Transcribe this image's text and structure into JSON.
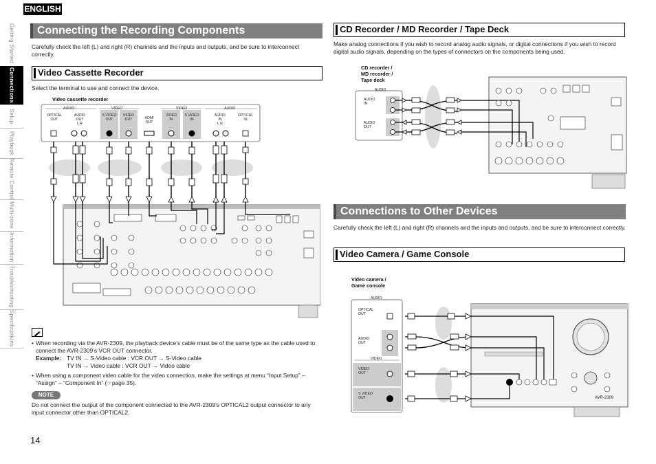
{
  "language": "ENGLISH",
  "page_number": "14",
  "side_nav": [
    {
      "label": "Getting Started",
      "active": false
    },
    {
      "label": "Connections",
      "active": true
    },
    {
      "label": "Setup",
      "active": false
    },
    {
      "label": "Playback",
      "active": false
    },
    {
      "label": "Remote Control",
      "active": false
    },
    {
      "label": "Multi-zone",
      "active": false
    },
    {
      "label": "Information",
      "active": false
    },
    {
      "label": "Troubleshooting",
      "active": false
    },
    {
      "label": "Specifications",
      "active": false
    }
  ],
  "left": {
    "title": "Connecting the Recording Components",
    "intro": "Carefully check the left (L) and right (R) channels and the inputs and outputs, and be sure to interconnect correctly.",
    "vcr_heading": "Video Cassette Recorder",
    "vcr_instruction": "Select the terminal to use and connect the device.",
    "vcr_diagram": {
      "device_label": "Video cassette recorder",
      "group_labels": [
        "AUDIO",
        "VIDEO",
        "VIDEO",
        "AUDIO"
      ],
      "terminals": [
        {
          "label": "OPTICAL\nOUT"
        },
        {
          "label": "AUDIO\nOUT\nL    R"
        },
        {
          "label": "S VIDEO\nOUT"
        },
        {
          "label": "VIDEO\nOUT"
        },
        {
          "label": "HDMI\nOUT"
        },
        {
          "label": "VIDEO\nIN"
        },
        {
          "label": "S VIDEO\nIN"
        },
        {
          "label": "AUDIO\nIN\nL    R"
        },
        {
          "label": "OPTICAL\nIN"
        }
      ]
    },
    "bullets": [
      "When recording via the AVR-2309, the playback device’s cable must be of the same type as the cable used to connect the AVR-2309’s VCR OUT connector.",
      "When using a component video cable for the video connection, make the settings at menu “Input Setup” – “Assign” – “Component In” (☞page 35)."
    ],
    "example_label": "Example:",
    "example_lines": [
      "TV IN → S-Video cable : VCR OUT → S-Video cable",
      "TV IN → Video cable : VCR OUT → Video cable"
    ],
    "note_label": "NOTE",
    "note_text": "Do not connect the output of the component connected to the AVR-2309’s OPTICAL2 output connector to any input connector other than OPTICAL2."
  },
  "right": {
    "cd_heading": "CD Recorder / MD Recorder / Tape Deck",
    "cd_text": "Make analog connections if you wish to record analog audio signals, or digital connections if you wish to record digital audio signals, depending on the types of connectors on the components being used.",
    "cd_diagram": {
      "device_label": "CD recorder /\nMD recorder /\nTape deck",
      "group_label": "AUDIO",
      "rows": [
        {
          "label": "AUDIO\nIN"
        },
        {
          "label": "AUDIO\nOUT"
        }
      ]
    },
    "other_title": "Connections to Other Devices",
    "other_intro": "Carefully check the left (L) and right (R) channels and the inputs and outputs, and be sure to interconnect correctly.",
    "cam_heading": "Video Camera / Game Console",
    "cam_diagram": {
      "device_label": "Video camera /\nGame console",
      "audio_group": "AUDIO",
      "video_group": "VIDEO",
      "rows": [
        {
          "label": "OPTICAL\nOUT"
        },
        {
          "label": "AUDIO\nOUT"
        },
        {
          "label": "VIDEO\nOUT"
        },
        {
          "label": "S VIDEO\nOUT"
        }
      ],
      "receiver_model": "AVR-2309"
    }
  }
}
